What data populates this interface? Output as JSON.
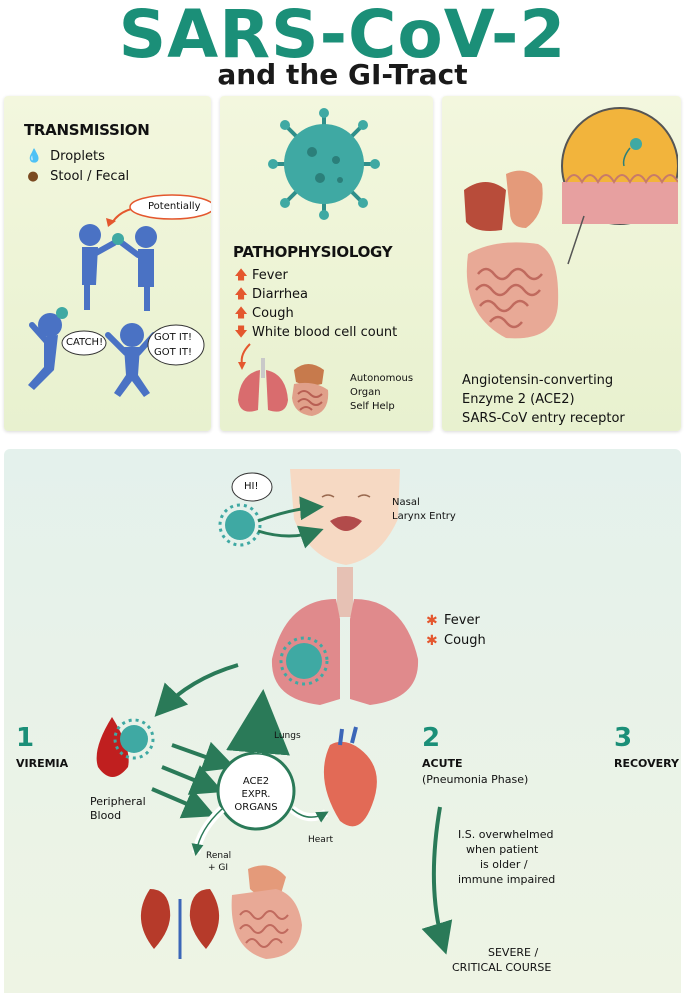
{
  "header": {
    "title": "SARS-CoV-2",
    "subtitle": "and the GI-Tract"
  },
  "transmission": {
    "heading": "TRANSMISSION",
    "items": [
      "Droplets",
      "Stool / Fecal"
    ],
    "bubble_potentially": "Potentially",
    "bubble_catch": "CATCH!",
    "bubble_gotit_1": "GOT IT!",
    "bubble_gotit_2": "GOT IT!"
  },
  "pathophysiology": {
    "heading": "PATHOPHYSIOLOGY",
    "items": [
      {
        "text": "Fever",
        "direction": "up"
      },
      {
        "text": "Diarrhea",
        "direction": "up"
      },
      {
        "text": "Cough",
        "direction": "up"
      },
      {
        "text": "White blood cell count",
        "direction": "down"
      }
    ],
    "organ_label": [
      "Autonomous",
      "Organ",
      "Self Help"
    ]
  },
  "ace2": {
    "lines": [
      "Angiotensin-converting",
      "Enzyme 2 (ACE2)",
      "SARS-CoV entry receptor"
    ]
  },
  "course": {
    "bubble_hi": "HI!",
    "entry_label": [
      "Nasal",
      "Larynx Entry"
    ],
    "lung_symptoms": [
      "Fever",
      "Cough"
    ],
    "stage1": {
      "num": "1",
      "label": "VIREMIA"
    },
    "stage2": {
      "num": "2",
      "label": "ACUTE",
      "sub": "(Pneumonia Phase)"
    },
    "stage3": {
      "num": "3",
      "label": "RECOVERY"
    },
    "peripheral": [
      "Peripheral",
      "Blood"
    ],
    "center": [
      "ACE2",
      "EXPR.",
      "ORGANS"
    ],
    "arrow_lungs": "Lungs",
    "arrow_heart": "Heart",
    "arrow_renal": [
      "Renal",
      "+ GI"
    ],
    "is_note": [
      "I.S. overwhelmed",
      "when patient",
      "is older /",
      "immune impaired"
    ],
    "severe": [
      "SEVERE /",
      "CRITICAL COURSE"
    ]
  },
  "colors": {
    "accent": "#1b8f78",
    "virus": "#3fa9a3",
    "arrow_up": "#e4572e",
    "organ_red": "#c9474a",
    "panel_bg": "#f0f5d9"
  }
}
